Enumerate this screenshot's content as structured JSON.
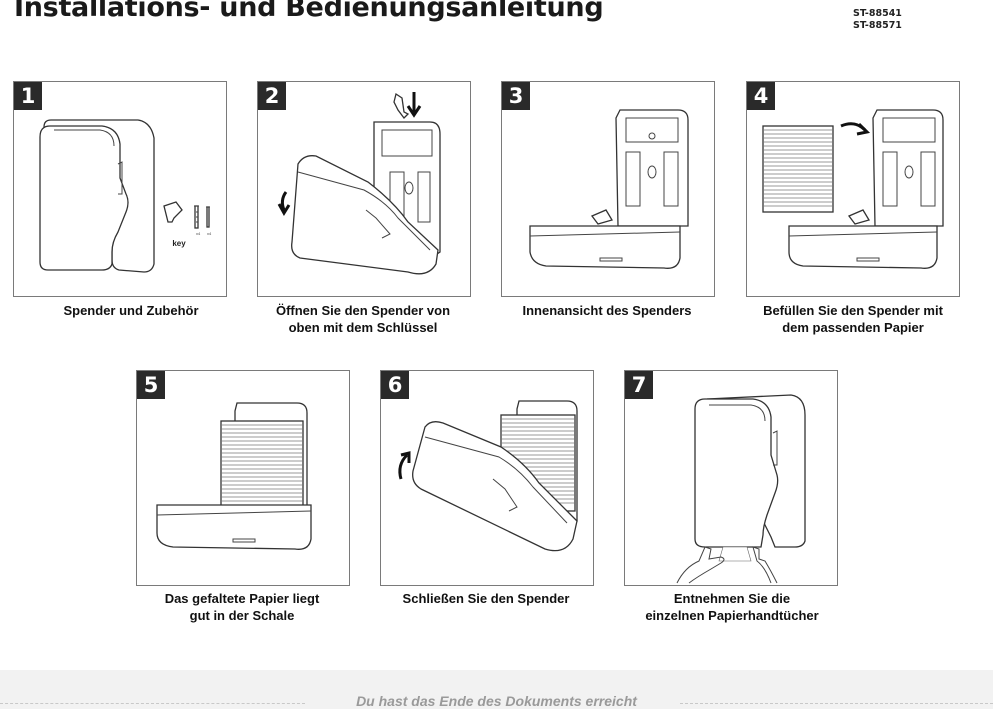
{
  "document": {
    "title": "Installations- und Bedienungsanleitung",
    "product_codes": [
      "ST-88541",
      "ST-88571"
    ]
  },
  "steps": [
    {
      "number": "1",
      "caption_lines": [
        "Spender und Zubehör",
        ""
      ],
      "labels": {
        "key": "key"
      }
    },
    {
      "number": "2",
      "caption_lines": [
        "Öffnen Sie den Spender von",
        "oben mit dem Schlüssel"
      ]
    },
    {
      "number": "3",
      "caption_lines": [
        "Innenansicht des Spenders",
        ""
      ]
    },
    {
      "number": "4",
      "caption_lines": [
        "Befüllen Sie den Spender mit",
        "dem passenden Papier"
      ]
    },
    {
      "number": "5",
      "caption_lines": [
        "Das gefaltete Papier liegt",
        "gut in der Schale"
      ]
    },
    {
      "number": "6",
      "caption_lines": [
        "Schließen Sie den Spender",
        ""
      ]
    },
    {
      "number": "7",
      "caption_lines": [
        "Entnehmen Sie die",
        "einzelnen Papierhandtücher"
      ]
    }
  ],
  "footer": {
    "message": "Du hast das Ende des Dokuments erreicht"
  }
}
